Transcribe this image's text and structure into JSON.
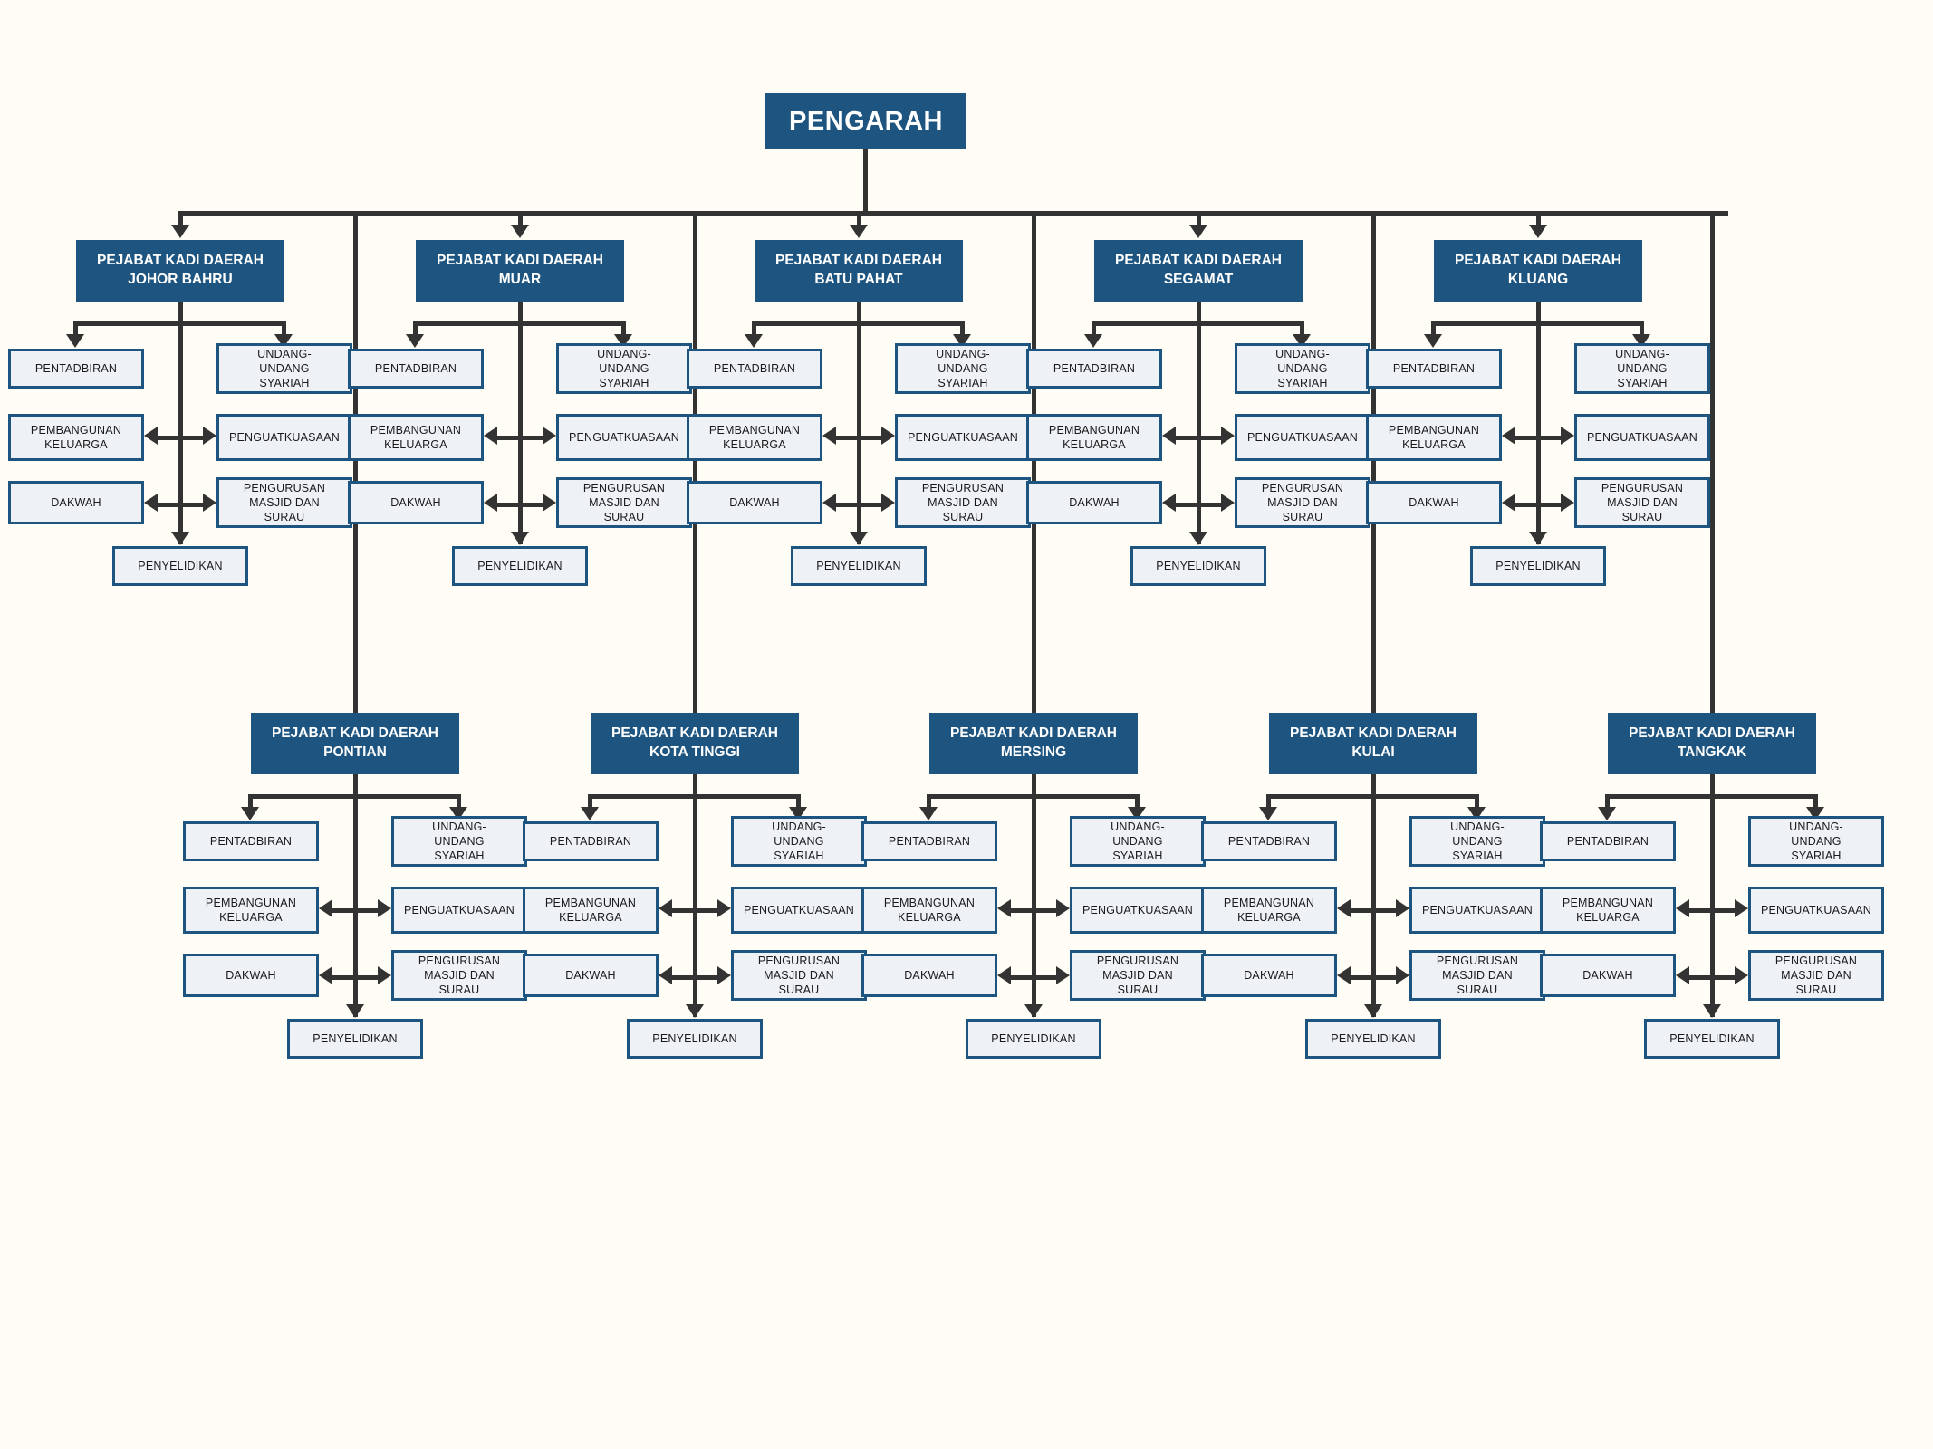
{
  "chart": {
    "type": "organizational-chart",
    "root": {
      "label": "PENGARAH"
    },
    "unit_labels": {
      "pentadbiran": "PENTADBIRAN",
      "undang": "UNDANG-\nUNDANG\nSYARIAH",
      "pembangunan": "PEMBANGUNAN\nKELUARGA",
      "penguatkuasaan": "PENGUATKUASAAN",
      "dakwah": "DAKWAH",
      "masjid": "PENGURUSAN\nMASJID DAN\nSURAU",
      "penyelidikan": "PENYELIDIKAN"
    },
    "colors": {
      "header_fill": "#1e5580",
      "header_text": "#ffffff",
      "unit_fill": "#eef1f6",
      "unit_border": "#1e5580",
      "connector": "#333333",
      "background": "#fffdf5"
    },
    "districts": [
      {
        "id": "johor-bahru",
        "prefix": "PEJABAT KADI DAERAH",
        "name": "JOHOR BAHRU",
        "row": 1
      },
      {
        "id": "muar",
        "prefix": "PEJABAT KADI DAERAH",
        "name": "MUAR",
        "row": 1
      },
      {
        "id": "batu-pahat",
        "prefix": "PEJABAT KADI DAERAH",
        "name": "BATU PAHAT",
        "row": 1
      },
      {
        "id": "segamat",
        "prefix": "PEJABAT KADI DAERAH",
        "name": "SEGAMAT",
        "row": 1
      },
      {
        "id": "kluang",
        "prefix": "PEJABAT KADI DAERAH",
        "name": "KLUANG",
        "row": 1
      },
      {
        "id": "pontian",
        "prefix": "PEJABAT KADI DAERAH",
        "name": "PONTIAN",
        "row": 2
      },
      {
        "id": "kota-tinggi",
        "prefix": "PEJABAT KADI DAERAH",
        "name": "KOTA TINGGI",
        "row": 2
      },
      {
        "id": "mersing",
        "prefix": "PEJABAT KADI DAERAH",
        "name": "MERSING",
        "row": 2
      },
      {
        "id": "kulai",
        "prefix": "PEJABAT KADI DAERAH",
        "name": "KULAI",
        "row": 2
      },
      {
        "id": "tangkak",
        "prefix": "PEJABAT KADI DAERAH",
        "name": "TANGKAK",
        "row": 2
      }
    ]
  }
}
